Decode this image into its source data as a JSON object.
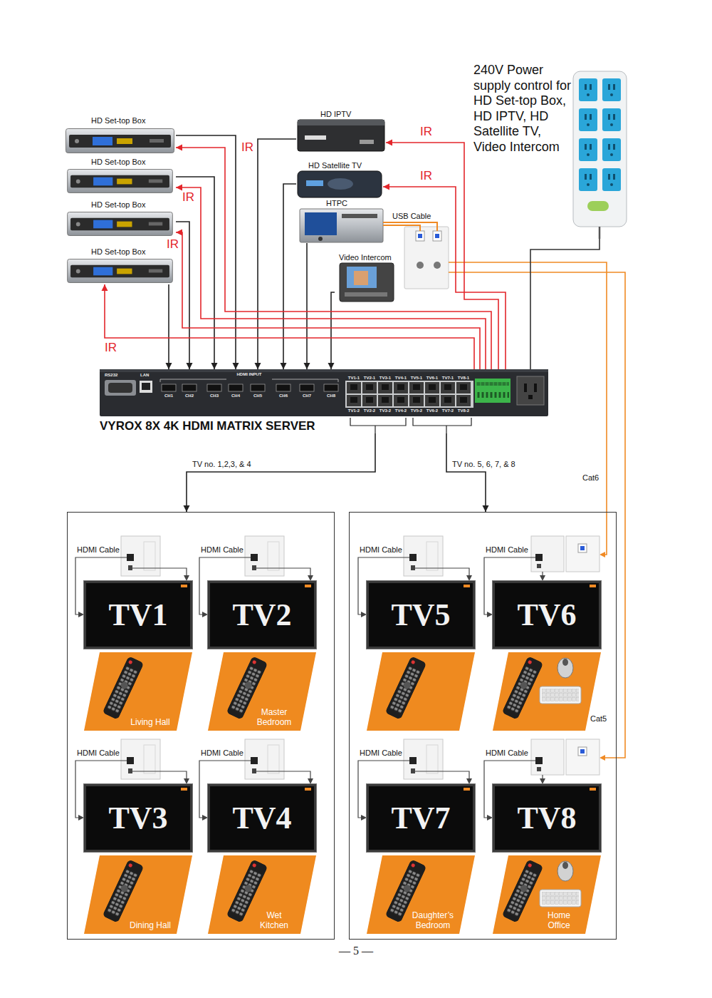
{
  "diagram": {
    "nodes": [
      {
        "text": [
          "HD Set-top Box"
        ]
      },
      {
        "text": [
          "HD Set-top Box"
        ]
      },
      {
        "text": [
          "HD Set-top Box"
        ]
      },
      {
        "text": [
          "HD Set-top Box"
        ]
      },
      {
        "text": [
          "HD IPTV"
        ]
      },
      {
        "text": [
          "HD Satellite TV"
        ]
      },
      {
        "text": [
          "HTPC"
        ]
      },
      {
        "text": [
          "Video Intercom"
        ]
      },
      {
        "text": [
          "240V Power supply control for HD Set-top Box, HD IPTV, HD Satellite TV, Video Intercom"
        ]
      },
      {
        "text": [
          "VYROX 8X 4K HDMI MATRIX SERVER",
          "RS232",
          "LAN",
          "HDMI INPUT",
          "CH1",
          "CH2",
          "CH3",
          "CH4",
          "CH5",
          "CH6",
          "CH7",
          "CH8",
          "TV1-1",
          "TV2-1",
          "TV3-1",
          "TV4-1",
          "TV5-1",
          "TV6-1",
          "TV7-1",
          "TV8-1",
          "TV1-2",
          "TV2-2",
          "TV3-2",
          "TV4-2",
          "TV5-2",
          "TV6-2",
          "TV7-2",
          "TV8-2"
        ]
      },
      {
        "text": []
      },
      {
        "text": [
          "TV1"
        ],
        "in": 10
      },
      {
        "text": [
          "Living Hall"
        ],
        "in": 10
      },
      {
        "text": [
          "TV2"
        ],
        "in": 10
      },
      {
        "text": [
          "Master Bedroom"
        ],
        "in": 10
      },
      {
        "text": [
          "TV3"
        ],
        "in": 10
      },
      {
        "text": [
          "Dining Hall"
        ],
        "in": 10
      },
      {
        "text": [
          "TV4"
        ],
        "in": 10
      },
      {
        "text": [
          "Wet Kitchen"
        ],
        "in": 10
      },
      {
        "text": []
      },
      {
        "text": [
          "TV5"
        ],
        "in": 19
      },
      {
        "text": [
          "TV6"
        ],
        "in": 19
      },
      {
        "text": [
          "TV7"
        ],
        "in": 19
      },
      {
        "text": [
          "Daughter’s Bedroom"
        ],
        "in": 19
      },
      {
        "text": [
          "TV8"
        ],
        "in": 19
      },
      {
        "text": [
          "Home Office"
        ],
        "in": 19
      }
    ],
    "edges": [
      {
        "from": 0,
        "to": 9,
        "arrow": "to"
      },
      {
        "from": 1,
        "to": 9,
        "arrow": "to"
      },
      {
        "from": 2,
        "to": 9,
        "arrow": "to"
      },
      {
        "from": 3,
        "to": 9,
        "arrow": "to"
      },
      {
        "from": 4,
        "to": 9,
        "arrow": "to"
      },
      {
        "from": 5,
        "to": 9,
        "arrow": "to"
      },
      {
        "from": 6,
        "to": 9,
        "arrow": "to"
      },
      {
        "from": 7,
        "to": 9,
        "arrow": "to"
      },
      {
        "from": 9,
        "to": 0,
        "label": "IR",
        "arrow": "to"
      },
      {
        "from": 9,
        "to": 1,
        "label": "IR",
        "arrow": "to"
      },
      {
        "from": 9,
        "to": 2,
        "label": "IR",
        "arrow": "to"
      },
      {
        "from": 9,
        "to": 3,
        "label": "IR",
        "arrow": "to"
      },
      {
        "from": 9,
        "to": 4,
        "label": "IR",
        "arrow": "to"
      },
      {
        "from": 9,
        "to": 5,
        "label": "IR",
        "arrow": "to"
      },
      {
        "from": 8,
        "to": 9,
        "arrow": "none"
      },
      {
        "from": 9,
        "to": 10,
        "label": "TV no. 1,2,3, & 4",
        "arrow": "to"
      },
      {
        "from": 9,
        "to": 19,
        "label": "TV no. 5, 6, 7, & 8",
        "arrow": "to"
      }
    ],
    "labels": [
      "USB Cable",
      "Cat6",
      "HDMI Cable",
      "HDMI Cable",
      "HDMI Cable",
      "HDMI Cable",
      "Cat5",
      "HDMI Cable",
      "HDMI Cable",
      "HDMI Cable",
      "HDMI Cable",
      "— 5 —"
    ]
  }
}
